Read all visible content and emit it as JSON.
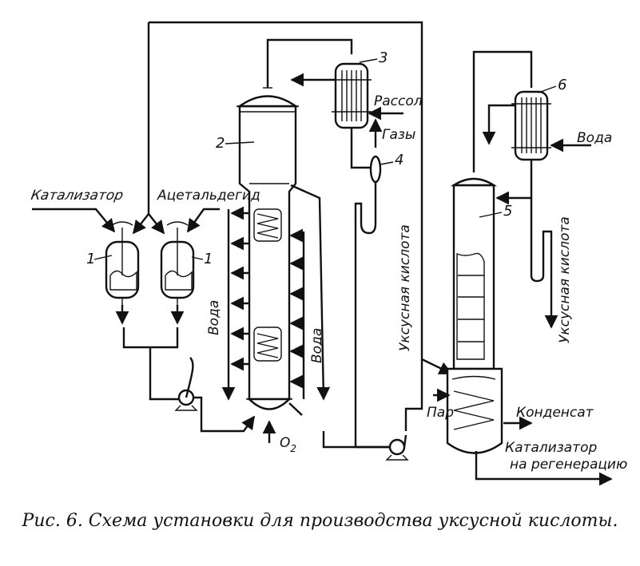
{
  "figure": {
    "caption": "Рис. 6. Схема установки для производства уксусной кислоты."
  },
  "labels": {
    "catalyst_in": "Катализатор",
    "acetaldehyde_in": "Ацетальдегид",
    "brine": "Рассол",
    "gases": "Газы",
    "water_left": "Вода",
    "water_mid": "Вода",
    "water_right": "Вода",
    "acetic_acid_mid": "Уксусная кислота",
    "acetic_acid_right": "Уксусная кислота",
    "steam": "Пар",
    "condensate": "Конденсат",
    "catalyst_regen_1": "Катализатор",
    "catalyst_regen_2": "на регенерацию",
    "oxygen": "O",
    "oxygen_sub": "2"
  },
  "numbers": {
    "n1a": "1",
    "n1b": "1",
    "n2": "2",
    "n3": "3",
    "n4": "4",
    "n5": "5",
    "n6": "6"
  },
  "colors": {
    "ink": "#111111",
    "paper": "#ffffff"
  }
}
